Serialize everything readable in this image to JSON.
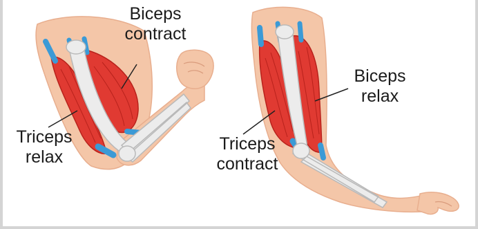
{
  "labels": {
    "biceps_contract": "Biceps\ncontract",
    "triceps_relax": "Triceps\nrelax",
    "triceps_contract": "Triceps\ncontract",
    "biceps_relax": "Biceps\nrelax"
  },
  "colors": {
    "skin": "#f4c6a8",
    "skin_outline": "#e8ae8e",
    "muscle": "#e03a32",
    "muscle_dark": "#b8221c",
    "tendon": "#3b9ad6",
    "bone": "#ececec",
    "bone_outline": "#b9b9b9",
    "leader_line": "#222222"
  }
}
